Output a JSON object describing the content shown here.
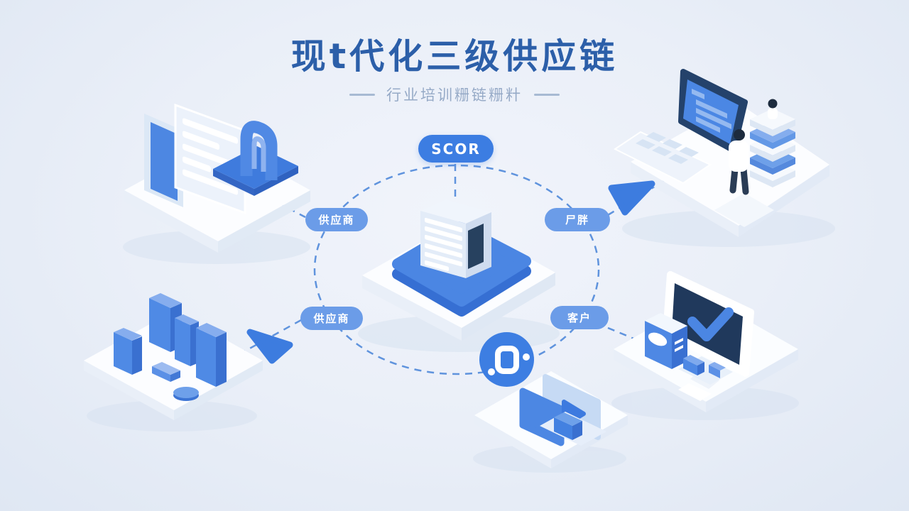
{
  "title": "现t代化三级供应链",
  "subtitle": "行业培训粣链粣籵",
  "scor_badge": "SCOR",
  "labels": {
    "top_left": "供应商",
    "top_right": "尸胖",
    "bottom_left": "供应商",
    "bottom_right": "客户"
  },
  "colors": {
    "title_blue": "#2c5fa9",
    "badge_blue": "#3c7de2",
    "pill_blue": "#6b9ce8",
    "dash_blue": "#5f93dd",
    "accent_blue": "#4b86e3",
    "navy": "#24426b",
    "background": "#eaeff8"
  },
  "icons": {
    "hub": "central-warehouse-illustration",
    "top_left": "documents-station-illustration",
    "bottom_left": "bar-blocks-illustration",
    "top_right": "workstation-person-illustration",
    "bottom_right": "quality-check-monitor-illustration",
    "bottom_center": "tablet-parcel-illustration",
    "node": "ring-node-icon",
    "arrow": "flow-arrow-icon"
  }
}
